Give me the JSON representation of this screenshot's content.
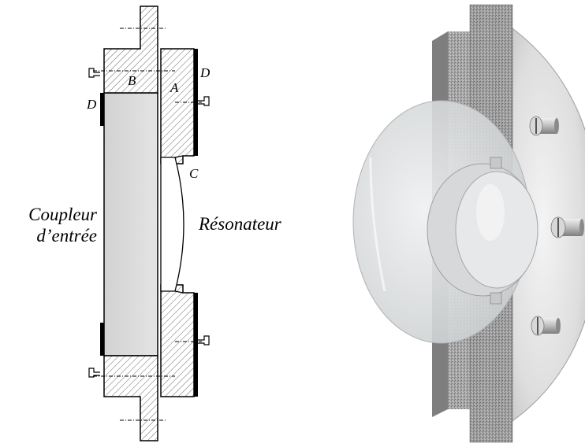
{
  "labels": {
    "a": "A",
    "b": "B",
    "c": "C",
    "d_left": "D",
    "d_right": "D",
    "coupler_line1": "Coupleur",
    "coupler_line2": "d’entrée",
    "resonator": "Résonateur"
  },
  "colors": {
    "ink": "#000000",
    "hatch": "#555555",
    "crystal_fill": "#dcdcdc",
    "metal_light": "#e6e6e6",
    "metal_dark": "#9a9a9a",
    "glass": "#e2e4e6"
  }
}
